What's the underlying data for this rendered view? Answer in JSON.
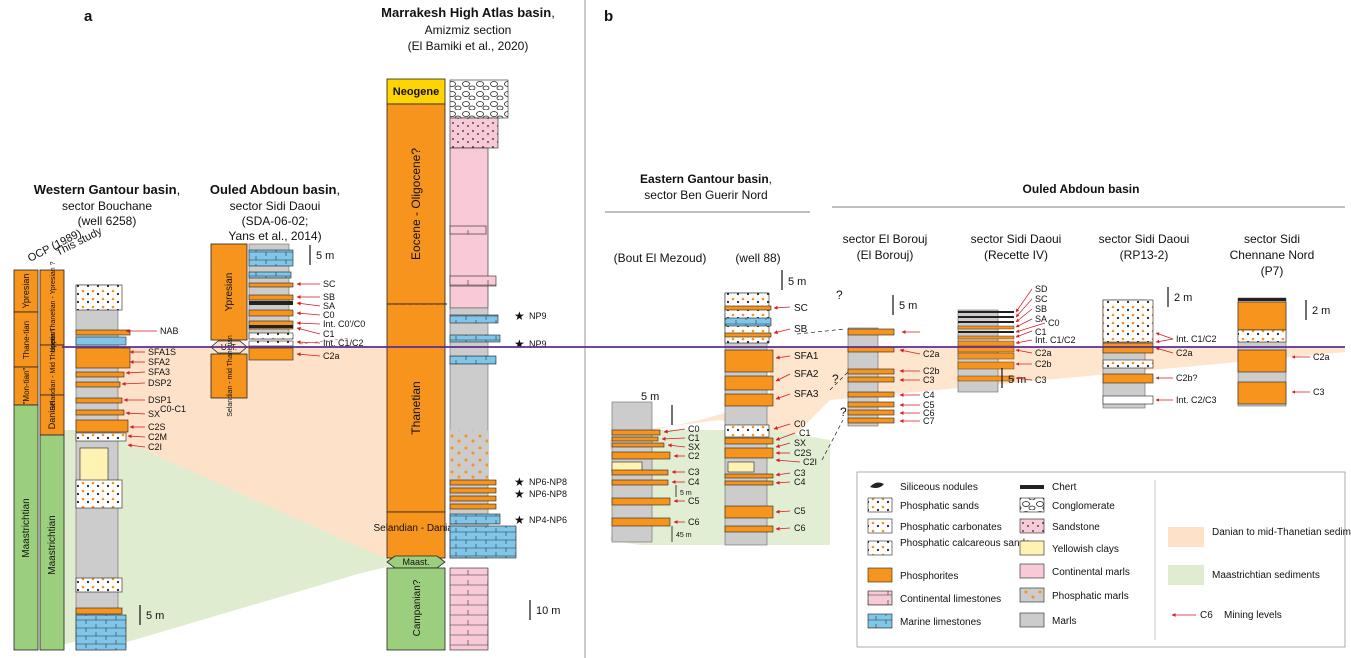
{
  "panel_a": {
    "label": "a",
    "western": {
      "title_bold": "Western Gantour basin",
      "title_suffix": ",",
      "line2": "sector Bouchane",
      "line3": "(well 6258)",
      "col_ocp": "OCP (1989)",
      "col_study": "This study",
      "ocp_stages": [
        "Ypresian",
        "Thane-tian",
        "\"Mon-tian\"",
        "Maastrichtian"
      ],
      "study_stages": [
        "Upper Thanetian - Ypresian ?",
        "Selandian - Mid Thanetian",
        "Danian",
        "Maastrichtian"
      ],
      "levels": [
        "NAB",
        "SFA1S",
        "SFA2",
        "SFA3",
        "DSP2",
        "DSP1",
        "C0-C1",
        "SX",
        "C2S",
        "C2M",
        "C2I"
      ],
      "scale": "5 m"
    },
    "ouled": {
      "title_bold": "Ouled Abdoun basin",
      "title_suffix": ",",
      "line2": "sector Sidi Daoui",
      "line3": "(SDA-06-02;",
      "line4": "Yans et al., 2014)",
      "stages": [
        "Ypresian",
        "U. T.",
        "Selandian - mid Thanetian"
      ],
      "levels": [
        "SC",
        "SB",
        "SA",
        "C0",
        "Int. C0'/C0",
        "C1",
        "Int. C1/C2",
        "C2a"
      ],
      "scale": "5 m"
    },
    "marrakesh": {
      "title_bold": "Marrakesh High Atlas basin",
      "title_suffix": ",",
      "line2": "Amizmiz section",
      "line3": "(El Bamiki et al., 2020)",
      "stages": [
        "Neogene",
        "Eocene - Oligocene?",
        "Thanetian",
        "Selandian - Danian",
        "Maast.",
        "Campanian?"
      ],
      "nannos": [
        "NP9",
        "NP9",
        "NP6-NP8",
        "NP6-NP8",
        "NP4-NP6"
      ],
      "scale": "10 m"
    }
  },
  "panel_b": {
    "label": "b",
    "eastern": {
      "title_bold": "Eastern Gantour basin",
      "title_suffix": ",",
      "line2": "sector Ben Guerir Nord",
      "col1": "(Bout El Mezoud)",
      "col2": "(well 88)",
      "levels1": [
        "C0",
        "C1",
        "SX",
        "C2",
        "C3",
        "C4",
        "C5",
        "C6"
      ],
      "gap1": "5 m",
      "gap2": "45 m",
      "levels2": [
        "SC",
        "SB",
        "SFA1",
        "SFA2",
        "SFA3",
        "C0",
        "C1",
        "SX",
        "C2S",
        "C2I",
        "C3",
        "C4",
        "C5",
        "C6"
      ],
      "scale1": "5 m",
      "scale2": "5 m"
    },
    "ouled_header": "Ouled Abdoun basin",
    "borouj": {
      "line1": "sector El Borouj",
      "line2": "(El Borouj)",
      "levels": [
        "C2a",
        "C2b",
        "C3",
        "C4",
        "C5",
        "C6",
        "C7"
      ],
      "scale": "5 m"
    },
    "recette": {
      "line1": "sector Sidi Daoui",
      "line2": "(Recette IV)",
      "levels": [
        "SD",
        "SC",
        "SB",
        "SA",
        "C0",
        "C1",
        "Int. C1/C2",
        "C2a",
        "C2b",
        "C3"
      ],
      "scale": "5 m"
    },
    "rp": {
      "line1": "sector Sidi Daoui",
      "line2": "(RP13-2)",
      "levels": [
        "Int. C1/C2",
        "C2a",
        "C2b?",
        "Int. C2/C3"
      ],
      "scale": "2 m"
    },
    "chennane": {
      "line1": "sector Sidi",
      "line2": "Chennane Nord",
      "line3": "(P7)",
      "levels": [
        "C2a",
        "C3"
      ],
      "scale": "2 m"
    },
    "question": "?"
  },
  "legend": {
    "col1": [
      "Siliceous nodules",
      "Phosphatic sands",
      "Phosphatic carbonates",
      "Phosphatic calcareous sands",
      "Phosphorites",
      "Continental limestones",
      "Marine limestones"
    ],
    "col2": [
      "Chert",
      "Conglomerate",
      "Sandstone",
      "Yellowish clays",
      "Continental marls",
      "Phosphatic marls",
      "Marls"
    ],
    "col3": [
      "Danian to mid-Thanetian sediments",
      "Maastrichtian sediments",
      "Mining levels"
    ],
    "mining_key": "C6"
  },
  "colors": {
    "orange": "#f7941d",
    "green": "#9ccf7d",
    "peach": "#fde2c9",
    "lightgreen": "#dfeccf",
    "blue": "#7fc6ea",
    "pink": "#f8c9d6",
    "grey": "#cccccc",
    "yellow": "#ffd400",
    "cream": "#fff2b3",
    "purple": "#5b2d8e",
    "red": "#d71920"
  }
}
